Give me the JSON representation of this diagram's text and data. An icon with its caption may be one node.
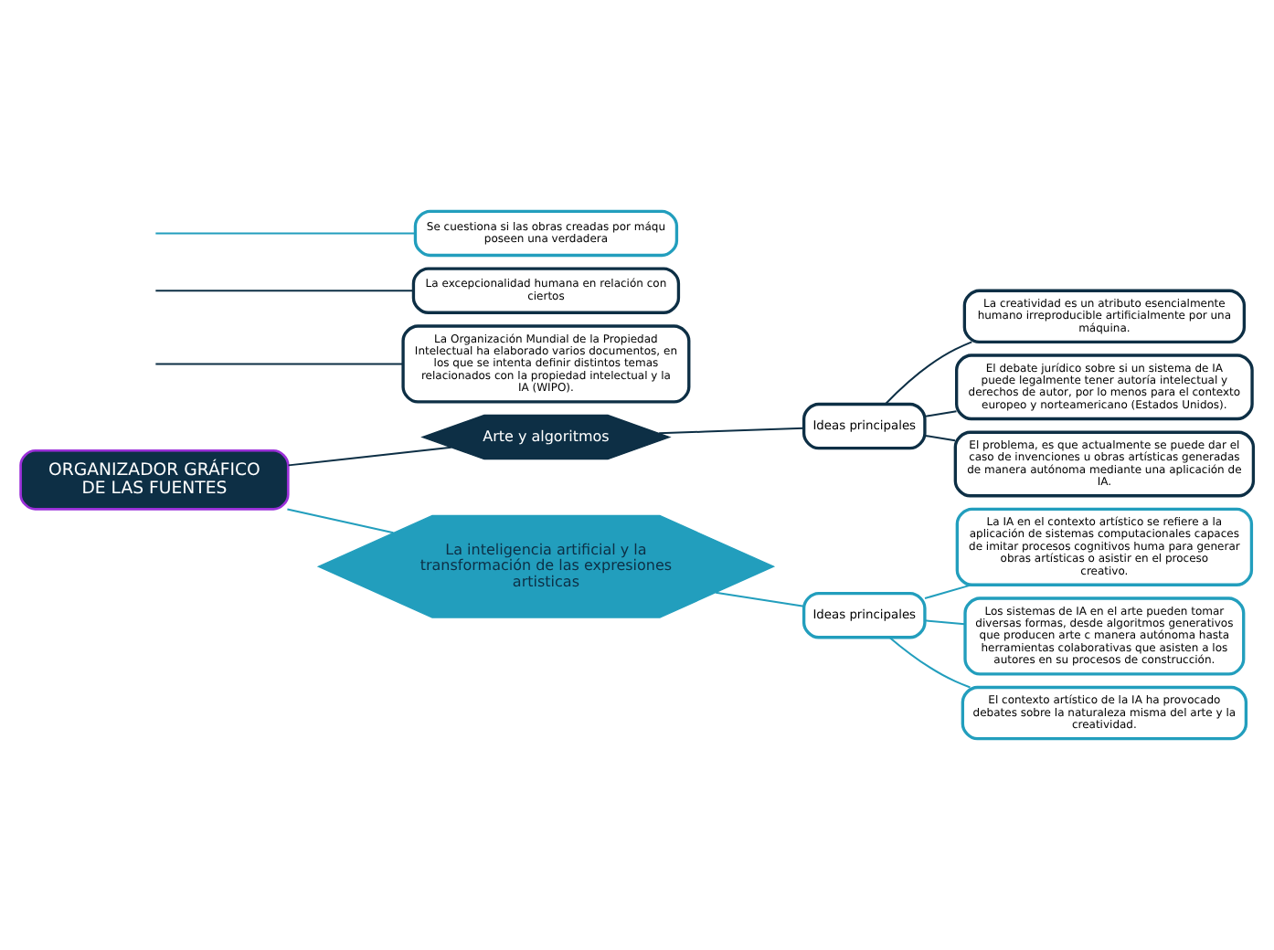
{
  "diagram": {
    "nodes": [
      {
        "text": [
          "ORGANIZADOR GRÁFICO DE LAS FUENTES"
        ]
      },
      {
        "text": [
          "Arte y algoritmos"
        ]
      },
      {
        "text": [
          "Ideas principales"
        ]
      },
      {
        "text": [
          "La creatividad es un atributo esencialmente humano irreproducible artificialmente por una máquina."
        ]
      },
      {
        "text": [
          "El debate jurídico sobre si un sistema de IA puede legalmente tener autoría intelectual y derechos de autor, por lo menos para el contexto europeo y norteamericano (Estados Unidos)."
        ]
      },
      {
        "text": [
          "El problema, es que actualmente se puede dar el caso de invenciones u obras artísticas generadas de manera autónoma mediante una aplicación de IA."
        ]
      },
      {
        "text": [
          "La Organización Mundial de la Propiedad Intelectual ha elaborado varios documentos, en los que se intenta definir distintos temas relacionados con la propiedad intelectual y la IA (WIPO)."
        ]
      },
      {
        "text": [
          "La excepcionalidad humana en relación con ciertos"
        ]
      },
      {
        "text": [
          "La inteligencia artificial y la transformación de las expresiones artisticas"
        ]
      },
      {
        "text": [
          "Ideas principales"
        ]
      },
      {
        "text": [
          "La IA en el contexto artístico se refiere a la aplicación de sistemas computacionales capaces de imitar procesos cognitivos huma para generar obras artísticas o asistir en el proceso creativo."
        ]
      },
      {
        "text": [
          "Los sistemas de IA en el arte pueden tomar diversas formas, desde algoritmos generativos que producen arte c manera autónoma hasta herramientas colaborativas que asisten a los autores en su procesos de construcción."
        ]
      },
      {
        "text": [
          "El contexto artístico de la IA ha provocado debates sobre la naturaleza misma del arte y la creatividad."
        ]
      },
      {
        "text": [
          "Se cuestiona si las obras creadas por máqu poseen una verdadera"
        ]
      }
    ],
    "edges": [
      {
        "from": 0,
        "to": 1,
        "arrow": "none"
      },
      {
        "from": 0,
        "to": 8,
        "arrow": "none",
        "color": "#229ebd"
      },
      {
        "from": 1,
        "to": 2,
        "arrow": "none"
      },
      {
        "from": 2,
        "to": 3,
        "arrow": "none"
      },
      {
        "from": 2,
        "to": 4,
        "arrow": "none"
      },
      {
        "from": 2,
        "to": 5,
        "arrow": "none"
      },
      {
        "from": null,
        "to": 6,
        "arrow": "none"
      },
      {
        "from": null,
        "to": 7,
        "arrow": "none"
      },
      {
        "from": 8,
        "to": 9,
        "arrow": "none",
        "color": "#229ebd"
      },
      {
        "from": 9,
        "to": 10,
        "arrow": "none",
        "color": "#229ebd"
      },
      {
        "from": 9,
        "to": 11,
        "arrow": "none",
        "color": "#229ebd"
      },
      {
        "from": 9,
        "to": 12,
        "arrow": "none",
        "color": "#229ebd"
      },
      {
        "from": null,
        "to": 13,
        "arrow": "none",
        "color": "#229ebd"
      }
    ]
  }
}
